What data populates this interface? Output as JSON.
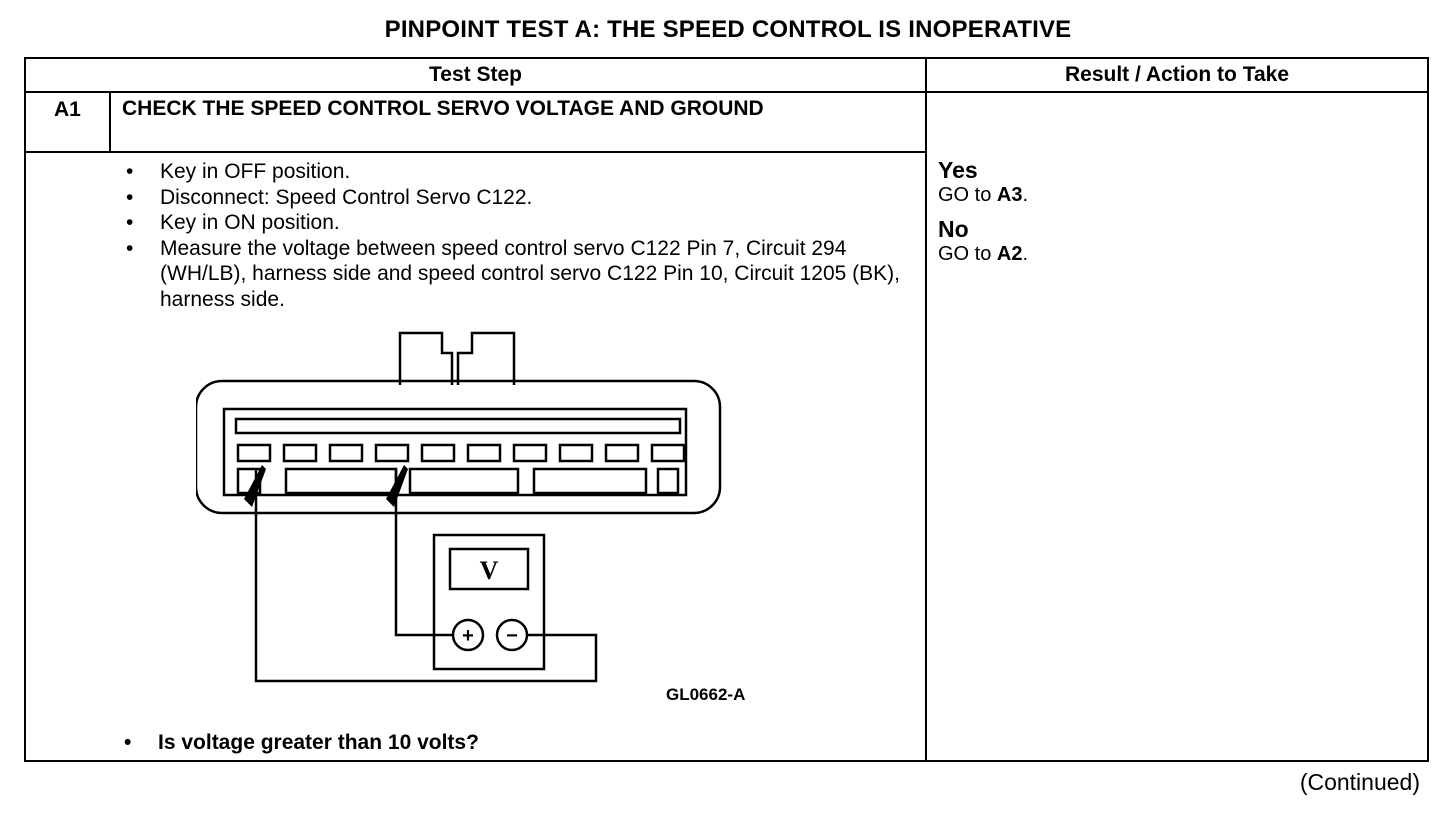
{
  "title": "PINPOINT TEST  A: THE SPEED CONTROL IS INOPERATIVE",
  "table": {
    "headers": {
      "test_step": "Test Step",
      "result_action": "Result / Action to Take"
    },
    "step": {
      "id": "A1",
      "title": "CHECK THE SPEED CONTROL SERVO VOLTAGE AND GROUND",
      "instructions": [
        "Key in OFF position.",
        "Disconnect: Speed Control Servo C122.",
        "Key in ON position.",
        "Measure the voltage between speed control servo C122 Pin 7, Circuit 294 (WH/LB), harness side and speed control servo C122 Pin 10, Circuit 1205 (BK), harness side."
      ],
      "question": "Is voltage greater than 10 volts?",
      "figure_id": "GL0662-A",
      "meter": {
        "display": "V",
        "plus": "+",
        "minus": "−"
      }
    },
    "results": [
      {
        "label": "Yes",
        "prefix": "GO to ",
        "target": "A3",
        "suffix": "."
      },
      {
        "label": "No",
        "prefix": "GO to ",
        "target": "A2",
        "suffix": "."
      }
    ]
  },
  "footer": {
    "continued": "(Continued)"
  }
}
